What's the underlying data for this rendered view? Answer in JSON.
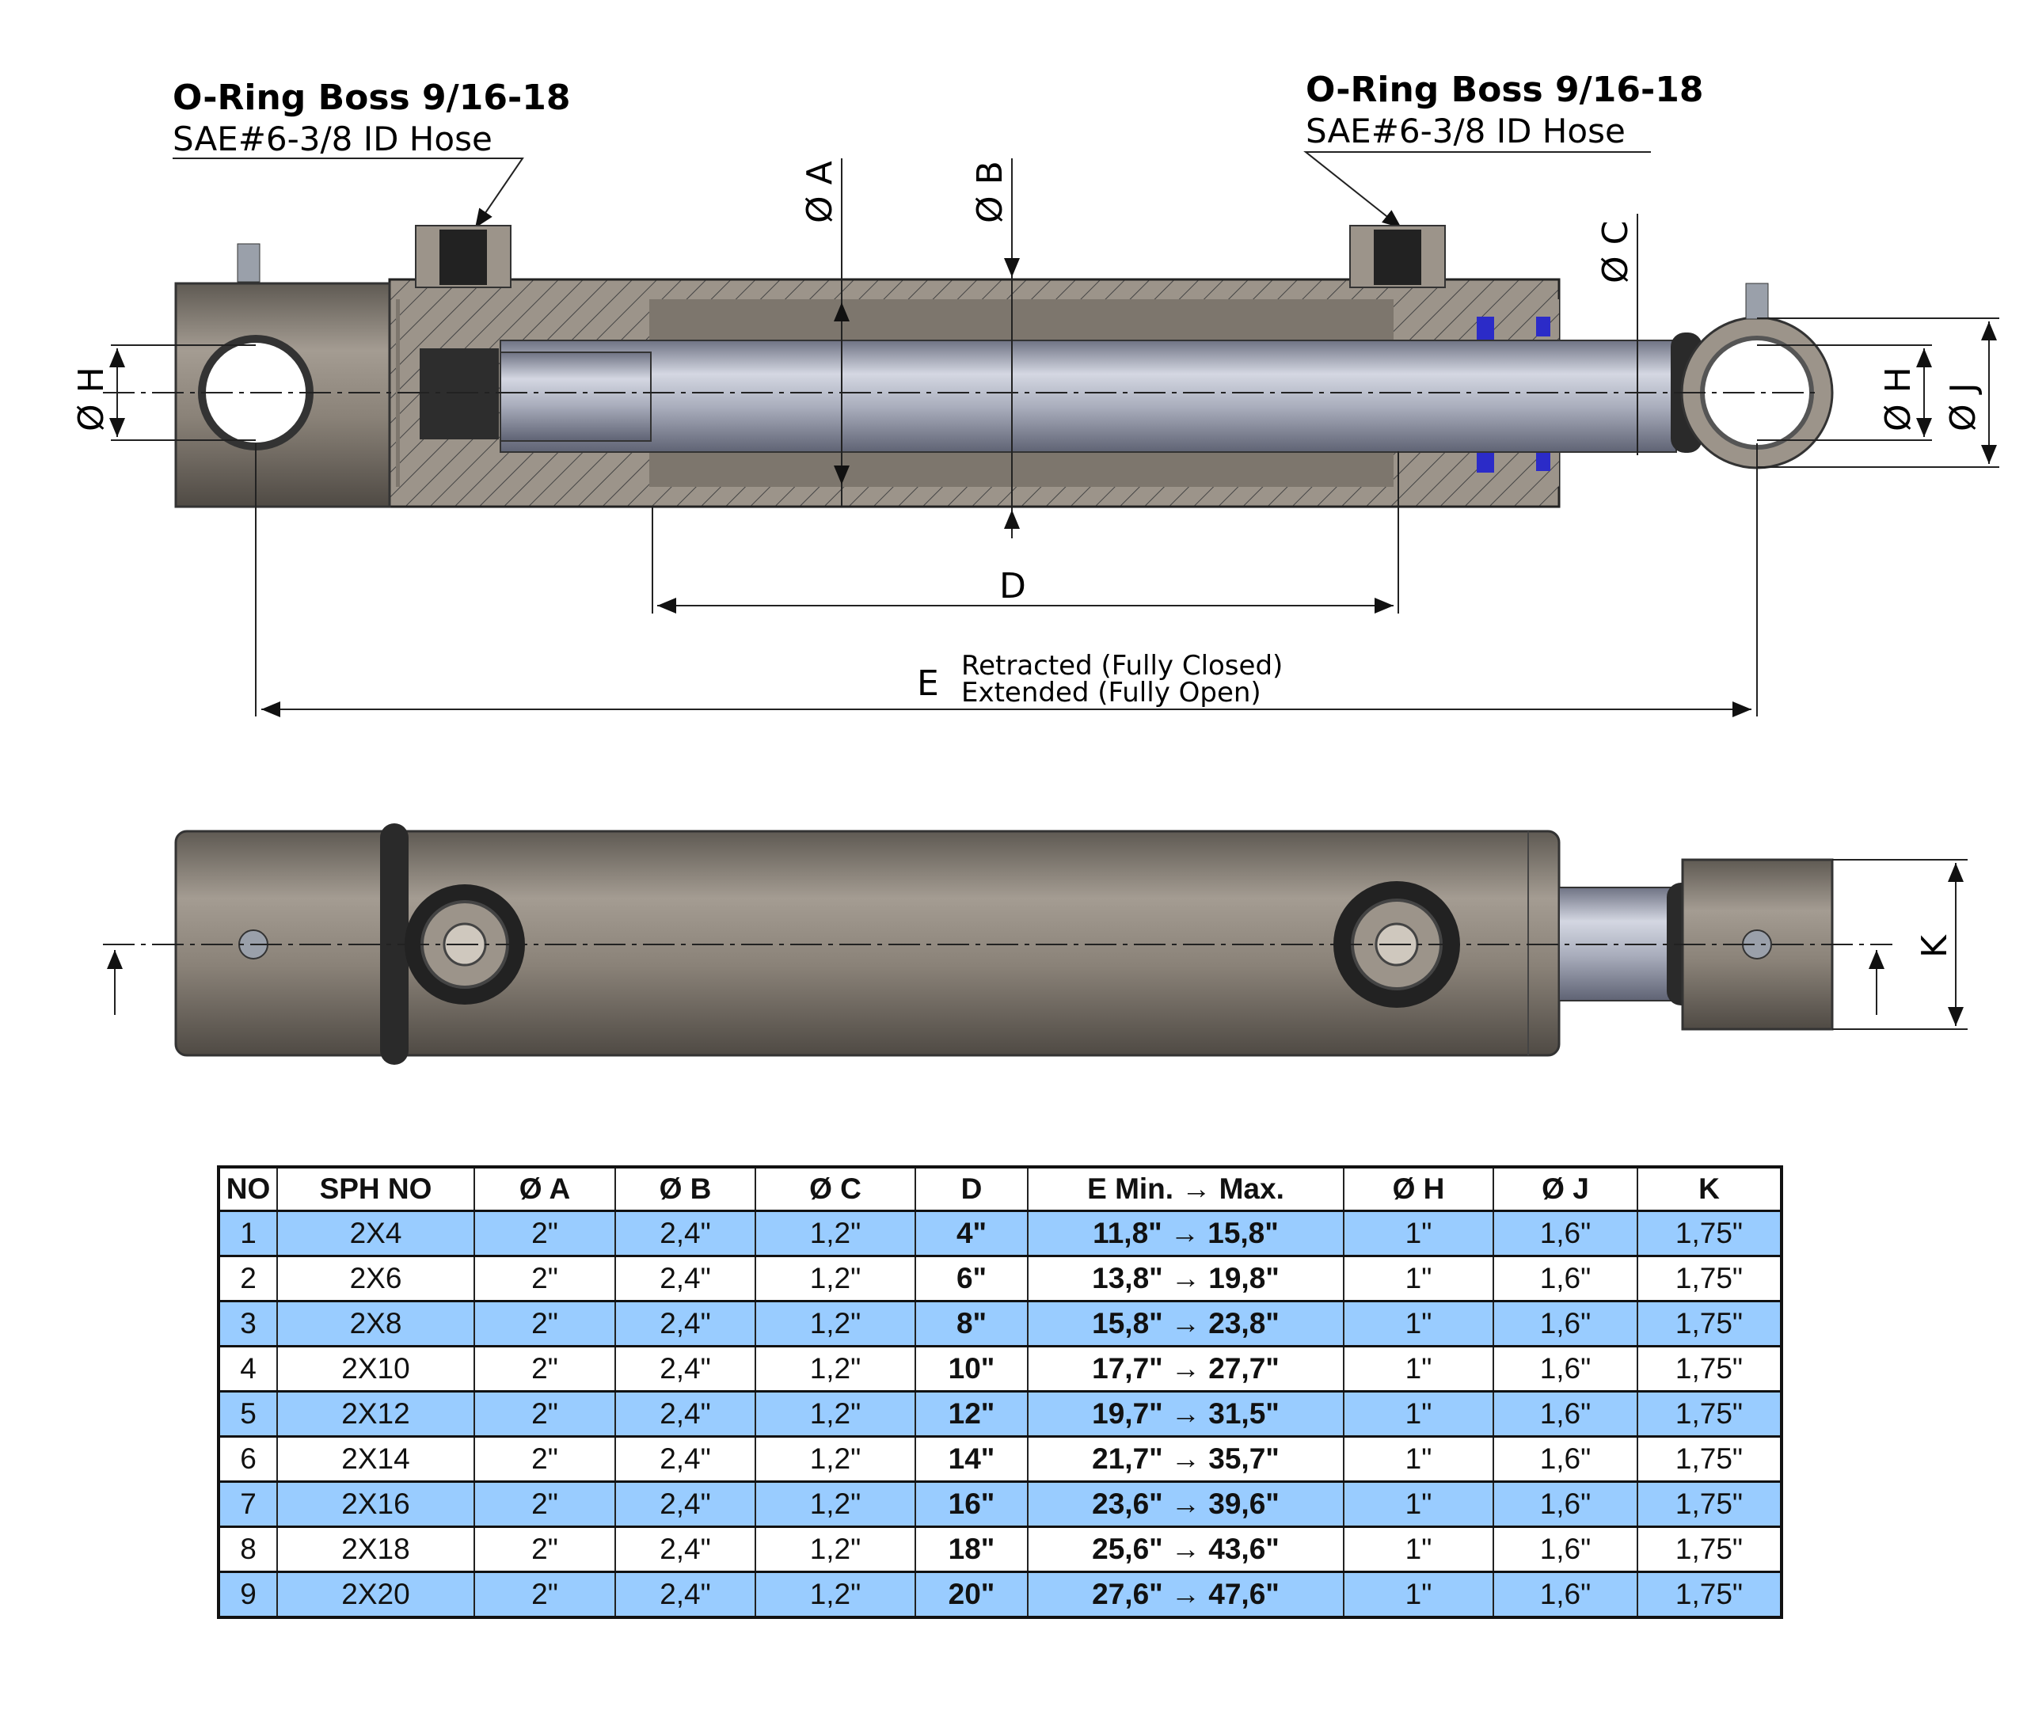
{
  "labels": {
    "port_left": {
      "title": "O-Ring Boss 9/16-18",
      "subtitle": "SAE#6-3/8 ID Hose"
    },
    "port_right": {
      "title": "O-Ring Boss 9/16-18",
      "subtitle": "SAE#6-3/8 ID Hose"
    },
    "dim_a": "Ø A",
    "dim_b": "Ø B",
    "dim_c": "Ø C",
    "dim_d": "D",
    "dim_e": "E",
    "dim_e_retracted": "Retracted (Fully Closed)",
    "dim_e_extended": "Extended  (Fully Open)",
    "dim_h_left": "Ø H",
    "dim_h_right": "Ø H",
    "dim_j": "Ø J",
    "dim_k": "K"
  },
  "table": {
    "headers": [
      "NO",
      "SPH NO",
      "Ø A",
      "Ø B",
      "Ø C",
      "D",
      "E Min. → Max.",
      "Ø H",
      "Ø J",
      "K"
    ],
    "rows": [
      [
        "1",
        "2X4",
        "2\"",
        "2,4\"",
        "1,2\"",
        "4\"",
        "11,8\" → 15,8\"",
        "1\"",
        "1,6\"",
        "1,75\""
      ],
      [
        "2",
        "2X6",
        "2\"",
        "2,4\"",
        "1,2\"",
        "6\"",
        "13,8\" → 19,8\"",
        "1\"",
        "1,6\"",
        "1,75\""
      ],
      [
        "3",
        "2X8",
        "2\"",
        "2,4\"",
        "1,2\"",
        "8\"",
        "15,8\" → 23,8\"",
        "1\"",
        "1,6\"",
        "1,75\""
      ],
      [
        "4",
        "2X10",
        "2\"",
        "2,4\"",
        "1,2\"",
        "10\"",
        "17,7\" → 27,7\"",
        "1\"",
        "1,6\"",
        "1,75\""
      ],
      [
        "5",
        "2X12",
        "2\"",
        "2,4\"",
        "1,2\"",
        "12\"",
        "19,7\" → 31,5\"",
        "1\"",
        "1,6\"",
        "1,75\""
      ],
      [
        "6",
        "2X14",
        "2\"",
        "2,4\"",
        "1,2\"",
        "14\"",
        "21,7\" → 35,7\"",
        "1\"",
        "1,6\"",
        "1,75\""
      ],
      [
        "7",
        "2X16",
        "2\"",
        "2,4\"",
        "1,2\"",
        "16\"",
        "23,6\" → 39,6\"",
        "1\"",
        "1,6\"",
        "1,75\""
      ],
      [
        "8",
        "2X18",
        "2\"",
        "2,4\"",
        "1,2\"",
        "18\"",
        "25,6\" → 43,6\"",
        "1\"",
        "1,6\"",
        "1,75\""
      ],
      [
        "9",
        "2X20",
        "2\"",
        "2,4\"",
        "1,2\"",
        "20\"",
        "27,6\" → 47,6\"",
        "1\"",
        "1,6\"",
        "1,75\""
      ]
    ]
  },
  "colors": {
    "row_highlight": "#99ccff",
    "body_metal": "#8a8278",
    "rod": "#a9adbc",
    "seal": "#2b2bc8"
  }
}
